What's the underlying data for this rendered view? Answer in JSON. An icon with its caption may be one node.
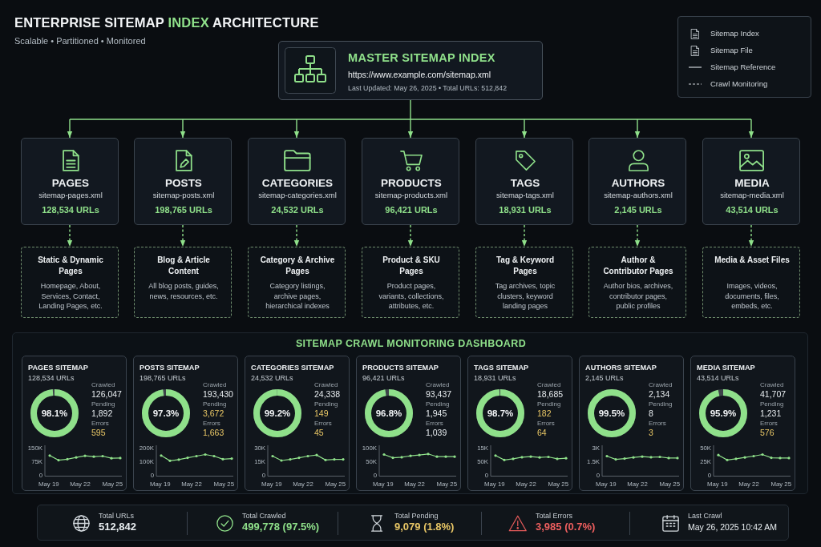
{
  "diagram": {
    "title": "ENTERPRISE SITEMAP **INDEX** ARCHITECTURE",
    "nodes": [
      {
        "text": [
          "MASTER SITEMAP INDEX",
          "https://www.example.com/sitemap.xml",
          "Last Updated: May 26, 2025 • Total URLs: 512,842"
        ]
      },
      {
        "text": [
          "PAGES",
          "sitemap-pages.xml",
          "128,534 URLs"
        ]
      },
      {
        "text": [
          "POSTS",
          "sitemap-posts.xml",
          "198,765 URLs"
        ]
      },
      {
        "text": [
          "CATEGORIES",
          "sitemap-categories.xml",
          "24,532 URLs"
        ]
      },
      {
        "text": [
          "PRODUCTS",
          "sitemap-products.xml",
          "96,421 URLs"
        ]
      },
      {
        "text": [
          "TAGS",
          "sitemap-tags.xml",
          "18,931 URLs"
        ]
      },
      {
        "text": [
          "AUTHORS",
          "sitemap-authors.xml",
          "2,145 URLs"
        ]
      },
      {
        "text": [
          "MEDIA",
          "sitemap-media.xml",
          "43,514 URLs"
        ]
      },
      {
        "text": [
          "Static & Dynamic Pages",
          "Homepage, About, Services, Contact, Landing Pages, etc."
        ]
      },
      {
        "text": [
          "Blog & Article Content",
          "All blog posts, guides, news, resources, etc."
        ]
      },
      {
        "text": [
          "Category & Archive Pages",
          "Category listings, archive pages, hierarchical indexes"
        ]
      },
      {
        "text": [
          "Product & SKU Pages",
          "Product pages, variants, collections, attributes, etc."
        ]
      },
      {
        "text": [
          "Tag & Keyword Pages",
          "Tag archives, topic clusters, keyword landing pages"
        ]
      },
      {
        "text": [
          "Author & Contributor Pages",
          "Author bios, archives, contributor pages, public profiles"
        ]
      },
      {
        "text": [
          "Media & Asset Files",
          "Images, videos, documents, files, embeds, etc."
        ]
      },
      {
        "text": [
          "SITEMAP CRAWL MONITORING DASHBOARD"
        ]
      },
      {
        "text": [
          "PAGES SITEMAP",
          "128,534 URLs",
          "Crawled",
          "126,047",
          "Pending",
          "1,892",
          "Errors",
          "595",
          "98.1%",
          "150K",
          "75K",
          "0",
          "May 19",
          "May 22",
          "May 25"
        ],
        "in": 15
      },
      {
        "text": [
          "POSTS SITEMAP",
          "198,765 URLs",
          "Crawled",
          "193,430",
          "Pending",
          "3,672",
          "Errors",
          "1,663",
          "97.3%",
          "200K",
          "100K",
          "0",
          "May 19",
          "May 22",
          "May 25"
        ],
        "in": 15
      },
      {
        "text": [
          "CATEGORIES SITEMAP",
          "24,532 URLs",
          "Crawled",
          "24,338",
          "Pending",
          "149",
          "Errors",
          "45",
          "99.2%",
          "30K",
          "15K",
          "0",
          "May 19",
          "May 22",
          "May 25"
        ],
        "in": 15
      },
      {
        "text": [
          "PRODUCTS SITEMAP",
          "96,421 URLs",
          "Crawled",
          "93,437",
          "Pending",
          "1,945",
          "Errors",
          "1,039",
          "96.8%",
          "100K",
          "50K",
          "0",
          "May 19",
          "May 22",
          "May 25"
        ],
        "in": 15
      },
      {
        "text": [
          "TAGS SITEMAP",
          "18,931 URLs",
          "Crawled",
          "18,685",
          "Pending",
          "182",
          "Errors",
          "64",
          "98.7%",
          "15K",
          "50K",
          "0",
          "May 19",
          "May 22",
          "May 25"
        ],
        "in": 15
      },
      {
        "text": [
          "AUTHORS SITEMAP",
          "2,145 URLs",
          "Crawled",
          "2,134",
          "Pending",
          "8",
          "Errors",
          "3",
          "99.5%",
          "3K",
          "1.5K",
          "0",
          "May 19",
          "May 22",
          "May 25"
        ],
        "in": 15
      },
      {
        "text": [
          "MEDIA SITEMAP",
          "43,514 URLs",
          "Crawled",
          "41,707",
          "Pending",
          "1,231",
          "Errors",
          "576",
          "95.9%",
          "50K",
          "25K",
          "0",
          "May 19",
          "May 22",
          "May 25"
        ],
        "in": 15
      },
      {
        "text": [
          "Total URLs",
          "512,842",
          "Total Crawled",
          "499,778 (97.5%)",
          "Total Pending",
          "9,079 (1.8%)",
          "Total Errors",
          "3,985 (0.7%)",
          "Last Crawl",
          "May 26, 2025 10:42 AM"
        ]
      }
    ],
    "edges": [
      {
        "from": 0,
        "to": 1,
        "arrow": "to"
      },
      {
        "from": 0,
        "to": 2,
        "arrow": "to"
      },
      {
        "from": 0,
        "to": 3,
        "arrow": "to"
      },
      {
        "from": 0,
        "to": 4,
        "arrow": "to"
      },
      {
        "from": 0,
        "to": 5,
        "arrow": "to"
      },
      {
        "from": 0,
        "to": 6,
        "arrow": "to"
      },
      {
        "from": 0,
        "to": 7,
        "arrow": "to"
      },
      {
        "from": 1,
        "to": 8,
        "arrow": "to",
        "style": "dashed"
      },
      {
        "from": 2,
        "to": 9,
        "arrow": "to",
        "style": "dashed"
      },
      {
        "from": 3,
        "to": 10,
        "arrow": "to",
        "style": "dashed"
      },
      {
        "from": 4,
        "to": 11,
        "arrow": "to",
        "style": "dashed"
      },
      {
        "from": 5,
        "to": 12,
        "arrow": "to",
        "style": "dashed"
      },
      {
        "from": 6,
        "to": 13,
        "arrow": "to",
        "style": "dashed"
      },
      {
        "from": 7,
        "to": 14,
        "arrow": "to",
        "style": "dashed"
      }
    ],
    "labels": [
      "Scalable • Partitioned • Monitored"
    ],
    "legend": [
      {
        "text": "Sitemap Index"
      },
      {
        "text": "Sitemap File"
      },
      {
        "text": "Sitemap Reference"
      },
      {
        "text": "Crawl Monitoring"
      }
    ]
  }
}
